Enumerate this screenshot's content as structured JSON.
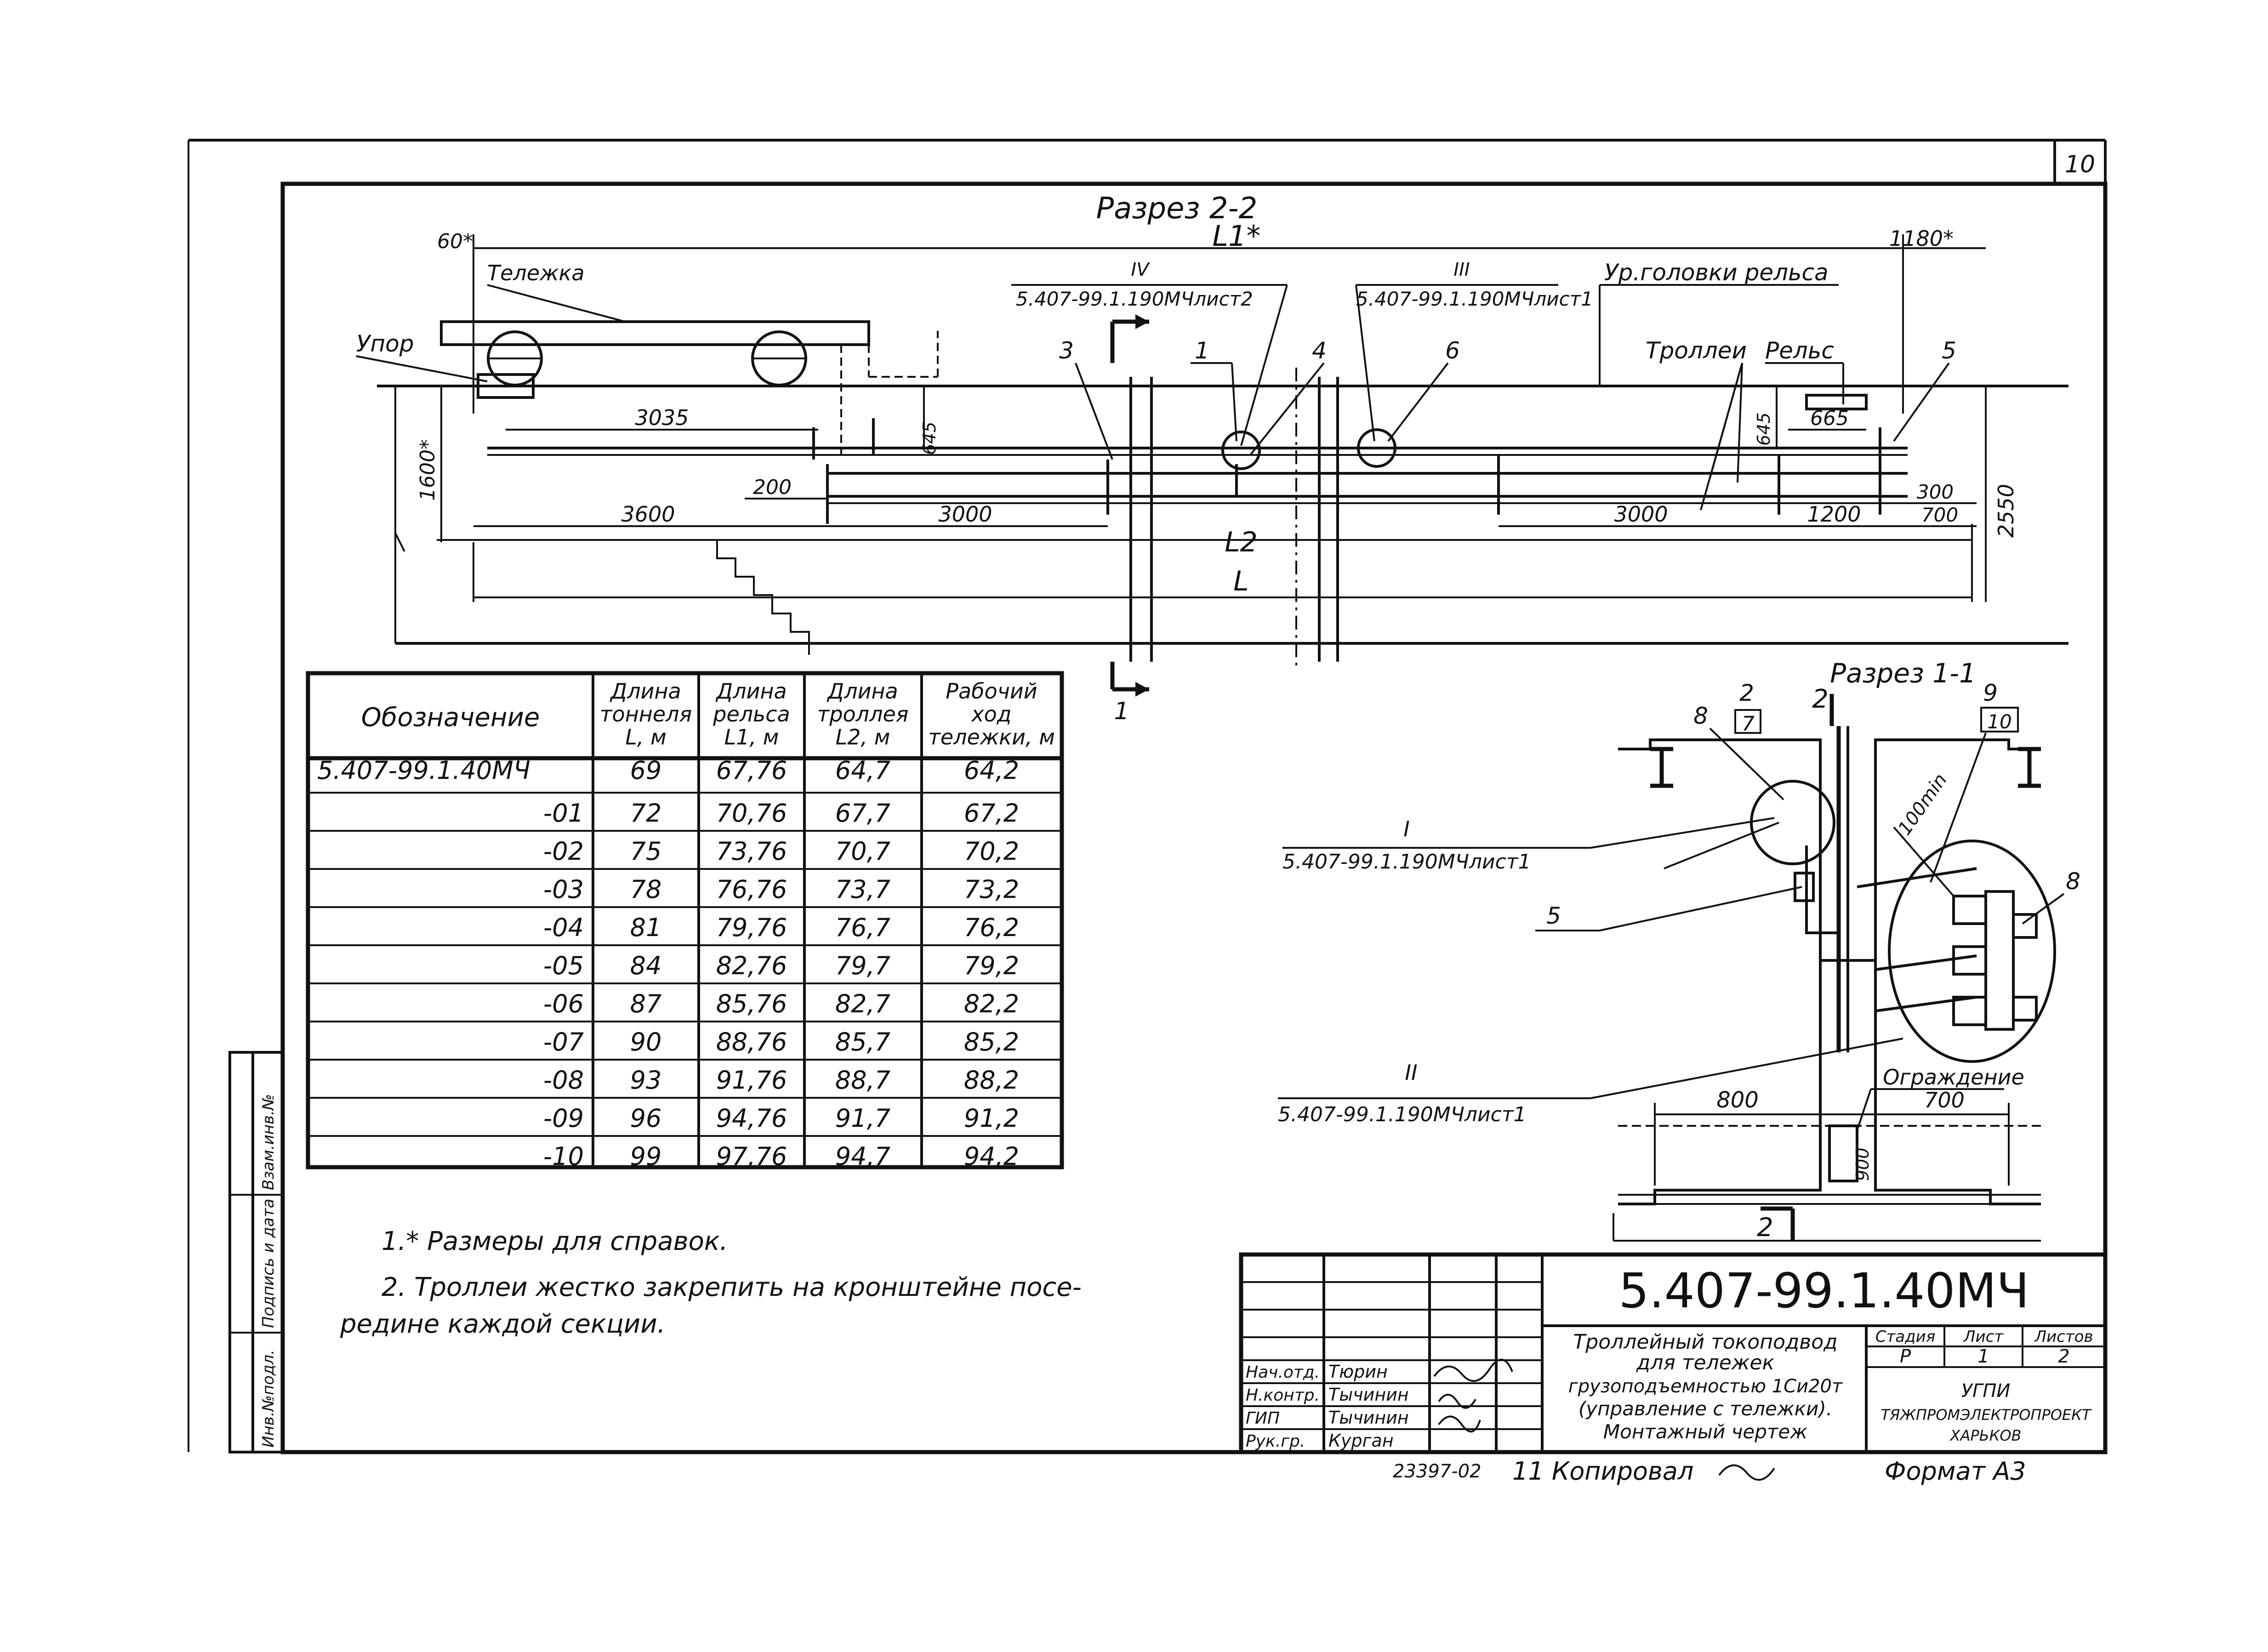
{
  "sheet": {
    "page_number": "10",
    "stamp_columns": [
      "Инв.№подл.",
      "Подпись и дата",
      "Взам.инв.№"
    ]
  },
  "section22": {
    "title": "Разрез 2-2",
    "l1_label": "L1*",
    "dim_60": "60*",
    "dim_1180": "1180*",
    "trolley": "Тележка",
    "stop": "Упор",
    "ref_iv": "IV",
    "ref_iv_sheet": "5.407-99.1.190МЧлист2",
    "ref_iii": "III",
    "ref_iii_sheet": "5.407-99.1.190МЧлист1",
    "rail_head_level": "Ур.головки рельса",
    "trolleys": "Троллеи",
    "rail": "Рельс",
    "pos_1": "1",
    "pos_3": "3",
    "pos_4": "4",
    "pos_5": "5",
    "pos_6": "6",
    "dim_3035": "3035",
    "dim_645a": "645",
    "dim_645b": "645",
    "dim_665": "665",
    "dim_1600": "1600*",
    "dim_200": "200",
    "dim_3600": "3600",
    "dim_3000a": "3000",
    "dim_3000b": "3000",
    "dim_1200": "1200",
    "dim_300": "300",
    "dim_700": "700",
    "dim_2550": "2550",
    "l2_label": "L2",
    "l_label": "L",
    "cut_mark": "1"
  },
  "table": {
    "headers": [
      "Обозначение",
      "Длина тоннеля L, м",
      "Длина рельса L1, м",
      "Длина троллея L2, м",
      "Рабочий ход тележки, м"
    ],
    "rows": [
      [
        "5.407-99.1.40МЧ",
        "69",
        "67,76",
        "64,7",
        "64,2"
      ],
      [
        "-01",
        "72",
        "70,76",
        "67,7",
        "67,2"
      ],
      [
        "-02",
        "75",
        "73,76",
        "70,7",
        "70,2"
      ],
      [
        "-03",
        "78",
        "76,76",
        "73,7",
        "73,2"
      ],
      [
        "-04",
        "81",
        "79,76",
        "76,7",
        "76,2"
      ],
      [
        "-05",
        "84",
        "82,76",
        "79,7",
        "79,2"
      ],
      [
        "-06",
        "87",
        "85,76",
        "82,7",
        "82,2"
      ],
      [
        "-07",
        "90",
        "88,76",
        "85,7",
        "85,2"
      ],
      [
        "-08",
        "93",
        "91,76",
        "88,7",
        "88,2"
      ],
      [
        "-09",
        "96",
        "94,76",
        "91,7",
        "91,2"
      ],
      [
        "-10",
        "99",
        "97,76",
        "94,7",
        "94,2"
      ]
    ]
  },
  "section11": {
    "title": "Разрез 1-1",
    "pos_2": "2",
    "pos_7": "7",
    "pos_2b": "2",
    "pos_9": "9",
    "pos_10": "10",
    "pos_8a": "8",
    "pos_8b": "8",
    "pos_5": "5",
    "dim_100min": "100min",
    "ref_i": "I",
    "ref_i_sheet": "5.407-99.1.190МЧлист1",
    "ref_ii": "II",
    "ref_ii_sheet": "5.407-99.1.190МЧлист1",
    "guard": "Ограждение",
    "dim_800": "800",
    "dim_700": "700",
    "dim_900": "900",
    "cut_mark": "2"
  },
  "notes": [
    "1.* Размеры для справок.",
    "2. Троллеи жестко закрепить на кронштейне посе-",
    "редине каждой секции."
  ],
  "title_block": {
    "code": "5.407-99.1.40МЧ",
    "name_lines": [
      "Троллейный токоподвод",
      "для тележек",
      "грузоподъемностью 1Си20т",
      "(управление с тележки).",
      "Монтажный чертеж"
    ],
    "stage_label": "Стадия",
    "sheet_label": "Лист",
    "sheets_label": "Листов",
    "stage": "Р",
    "sheet": "1",
    "sheets": "2",
    "org_lines": [
      "УГПИ",
      "ТЯЖПРОМЭЛЕКТРОПРОЕКТ",
      "ХАРЬКОВ"
    ],
    "roles": [
      "Нач.отд.",
      "Н.контр.",
      "ГИП",
      "Рук.гр."
    ],
    "names": [
      "Тюрин",
      "Тычинин",
      "Тычинин",
      "Курган"
    ]
  },
  "footer": {
    "number": "23397-02",
    "copied": "11   Копировал",
    "format": "Формат А3"
  }
}
